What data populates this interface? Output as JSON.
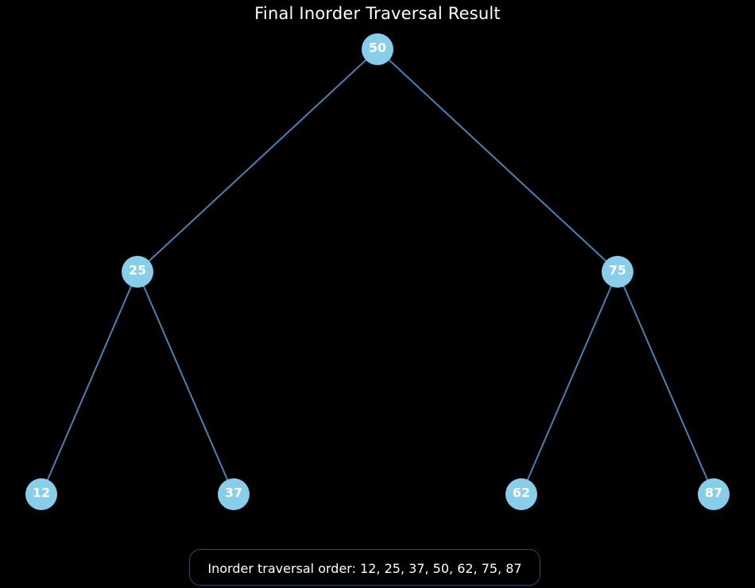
{
  "title": "Final Inorder Traversal Result",
  "colors": {
    "background": "#000000",
    "node_fill": "#87ceeb",
    "edge": "#4682b4",
    "text": "#ffffff",
    "caption_border": "#2e4a66"
  },
  "tree": {
    "nodes": [
      {
        "id": "n50",
        "label": "50"
      },
      {
        "id": "n25",
        "label": "25"
      },
      {
        "id": "n75",
        "label": "75"
      },
      {
        "id": "n12",
        "label": "12"
      },
      {
        "id": "n37",
        "label": "37"
      },
      {
        "id": "n62",
        "label": "62"
      },
      {
        "id": "n87",
        "label": "87"
      }
    ],
    "edges": [
      {
        "from": "n50",
        "to": "n25"
      },
      {
        "from": "n50",
        "to": "n75"
      },
      {
        "from": "n25",
        "to": "n12"
      },
      {
        "from": "n25",
        "to": "n37"
      },
      {
        "from": "n75",
        "to": "n62"
      },
      {
        "from": "n75",
        "to": "n87"
      }
    ]
  },
  "caption": "Inorder traversal order: 12, 25, 37, 50, 62, 75, 87"
}
